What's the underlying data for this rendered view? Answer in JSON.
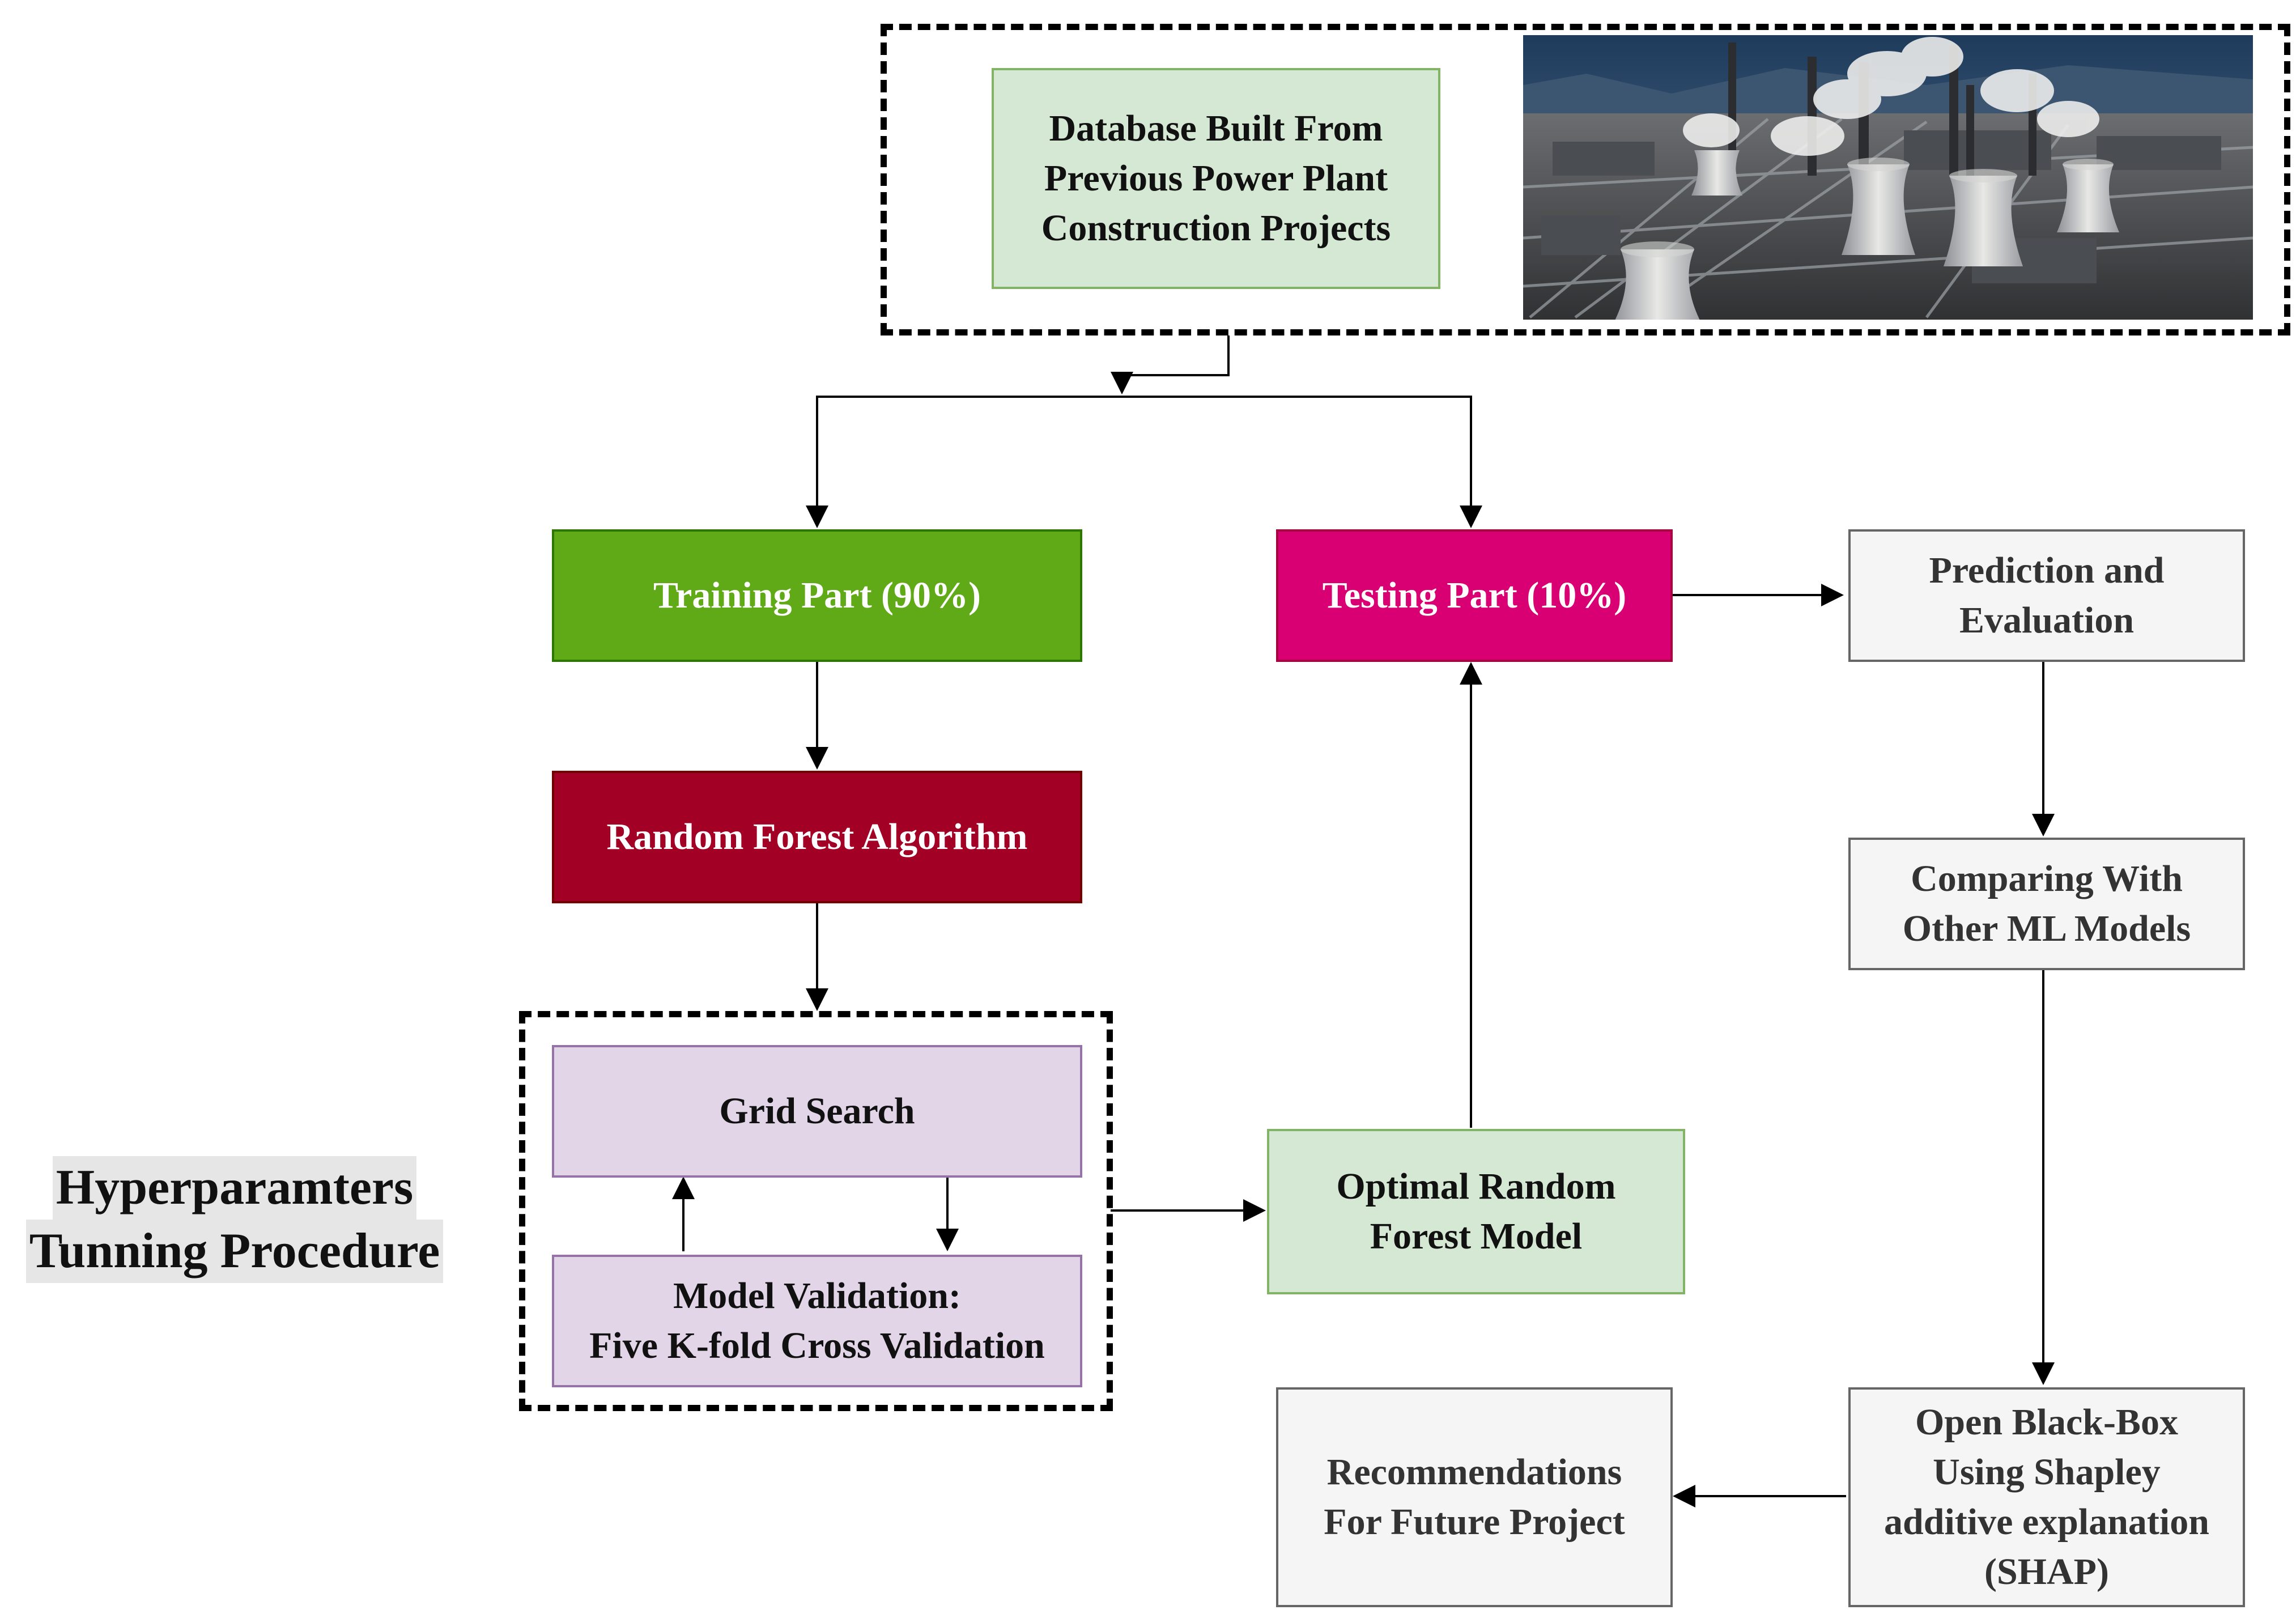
{
  "nodes": {
    "database": "Database Built From\nPrevious Power Plant\nConstruction Projects",
    "training": "Training Part (90%)",
    "testing": "Testing Part (10%)",
    "prediction": "Prediction and\nEvaluation",
    "random_forest": "Random Forest Algorithm",
    "comparing": "Comparing With\nOther ML Models",
    "grid_search": "Grid Search",
    "model_validation": "Model Validation:\nFive K-fold Cross Validation",
    "optimal_model": "Optimal Random\nForest Model",
    "recommendations": "Recommendations\nFor Future Project",
    "shap": "Open Black-Box\nUsing Shapley\nadditive explanation\n(SHAP)"
  },
  "side_label": {
    "line1": "Hyperparamters",
    "line2": "Tunning Procedure"
  },
  "colors": {
    "light_green": "#d5e8d4",
    "training_green": "#60a917",
    "testing_magenta": "#d80073",
    "random_forest_crimson": "#a20025",
    "tuning_lavender": "#e1d5e7",
    "output_grey": "#f5f5f5"
  }
}
